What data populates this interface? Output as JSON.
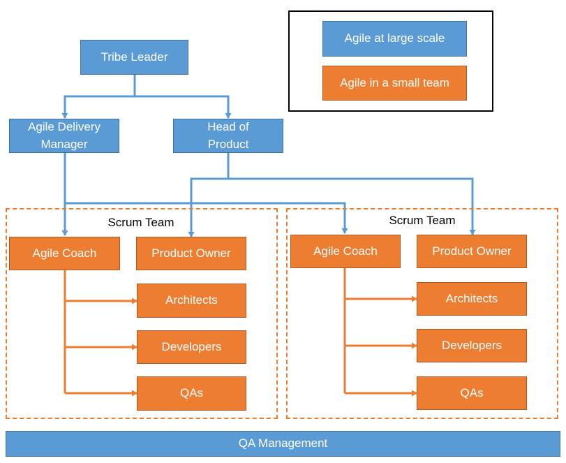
{
  "legend": {
    "large_scale": "Agile at large scale",
    "small_team": "Agile in a small team"
  },
  "roles": {
    "tribe_leader": "Tribe Leader",
    "agile_delivery_manager": "Agile Delivery Manager",
    "head_of_product": "Head of Product"
  },
  "teams": [
    {
      "label": "Scrum Team",
      "agile_coach": "Agile Coach",
      "product_owner": "Product Owner",
      "members": [
        "Architects",
        "Developers",
        "QAs"
      ]
    },
    {
      "label": "Scrum Team",
      "agile_coach": "Agile Coach",
      "product_owner": "Product Owner",
      "members": [
        "Architects",
        "Developers",
        "QAs"
      ]
    }
  ],
  "footer": "QA Management",
  "colors": {
    "large_scale": "#5b9bd5",
    "small_team": "#ed7d31"
  }
}
